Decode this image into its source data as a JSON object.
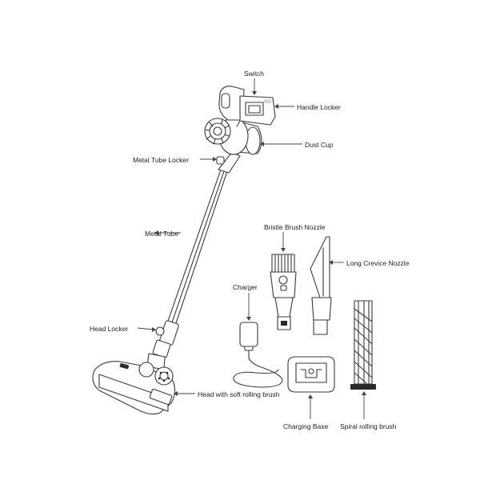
{
  "labels": {
    "switch": "Switch",
    "handle_locker": "Handle Locker",
    "dust_cup": "Dust Cup",
    "metal_tube_locker": "Metal Tube Locker",
    "metal_tube": "Metal Tube",
    "head_locker": "Head Locker",
    "head_brush": "Head with soft rolling brush",
    "bristle_brush_nozzle": "Bristle Brush Nozzle",
    "long_crevice_nozzle": "Long Crevice Nozzle",
    "charger": "Charger",
    "charging_base": "Charging Base",
    "spiral_rolling_brush": "Spiral rolling brush"
  },
  "colors": {
    "line": "#3a3a3a",
    "text": "#222222",
    "background": "#ffffff"
  }
}
